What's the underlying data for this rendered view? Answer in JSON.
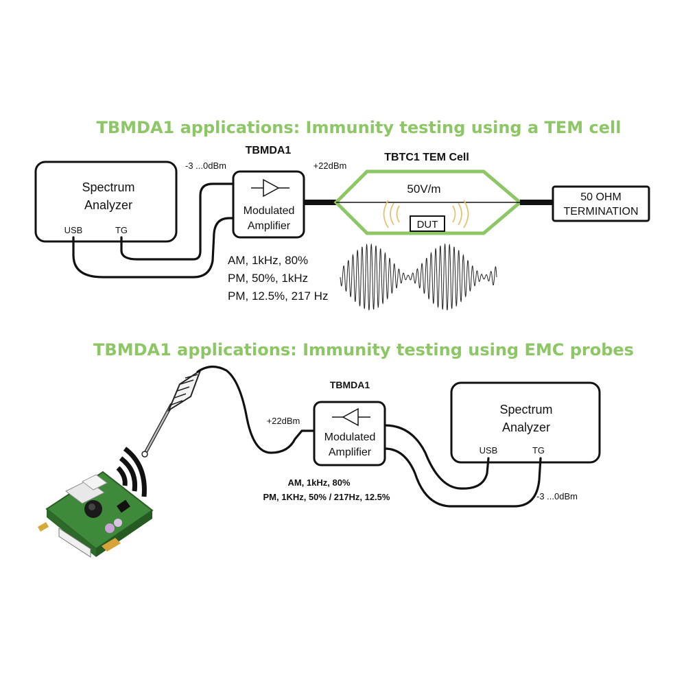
{
  "section1": {
    "title": "TBMDA1 applications: Immunity testing using a TEM cell",
    "spectrum_analyzer": {
      "line1": "Spectrum",
      "line2": "Analyzer",
      "usb": "USB",
      "tg": "TG"
    },
    "level_in": "-3 ...0dBm",
    "amp_title": "TBMDA1",
    "amp_line1": "Modulated",
    "amp_line2": "Amplifier",
    "level_out": "+22dBm",
    "tem_title": "TBTC1 TEM Cell",
    "field": "50V/m",
    "dut": "DUT",
    "termination_line1": "50 OHM",
    "termination_line2": "TERMINATION",
    "modulations": [
      "AM, 1kHz, 80%",
      "PM, 50%, 1kHz",
      "PM, 12.5%, 217 Hz"
    ]
  },
  "section2": {
    "title": "TBMDA1 applications: Immunity testing using EMC probes",
    "level_out": "+22dBm",
    "amp_title": "TBMDA1",
    "amp_line1": "Modulated",
    "amp_line2": "Amplifier",
    "spectrum_analyzer": {
      "line1": "Spectrum",
      "line2": "Analyzer",
      "usb": "USB",
      "tg": "TG"
    },
    "level_in": "-3 ...0dBm",
    "modulations": [
      "AM, 1kHz, 80%",
      "PM, 1KHz, 50% / 217Hz, 12.5%"
    ]
  },
  "colors": {
    "title_green": "#8cc665",
    "pcb_green": "#3f8a3a",
    "line": "#111111"
  }
}
